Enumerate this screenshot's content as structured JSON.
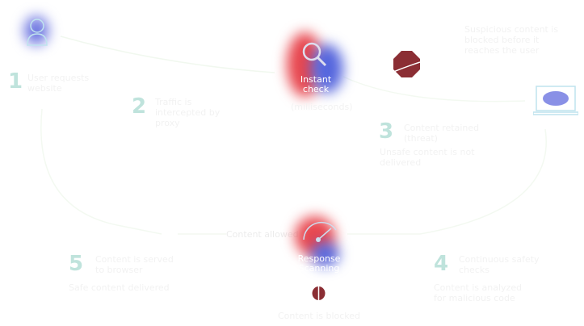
{
  "steps": [
    {
      "number": "1",
      "title": "User requests website"
    },
    {
      "number": "2",
      "title": "Traffic is intercepted by proxy"
    },
    {
      "number": "3",
      "title": "Content retained (threat)",
      "desc": "Unsafe content is not delivered"
    },
    {
      "number": "4",
      "title": "Continuous safety checks",
      "desc": "Content is analyzed for malicious code"
    },
    {
      "number": "5",
      "title": "Content is served to browser",
      "desc": "Safe content delivered"
    }
  ],
  "nodes": {
    "instant_check": "Instant check",
    "instant_check_sub": "(milliseconds)",
    "response_scanning": "Response Scanning",
    "blocked_note": "Suspicious content is blocked before it reaches the user",
    "allowed_note": "Content allowed",
    "bottom_note": "Content is blocked"
  },
  "colors": {
    "number": "#bfe3dc",
    "stop": "#8b2e34",
    "red": "#e8474f",
    "blue": "#5566dd"
  }
}
